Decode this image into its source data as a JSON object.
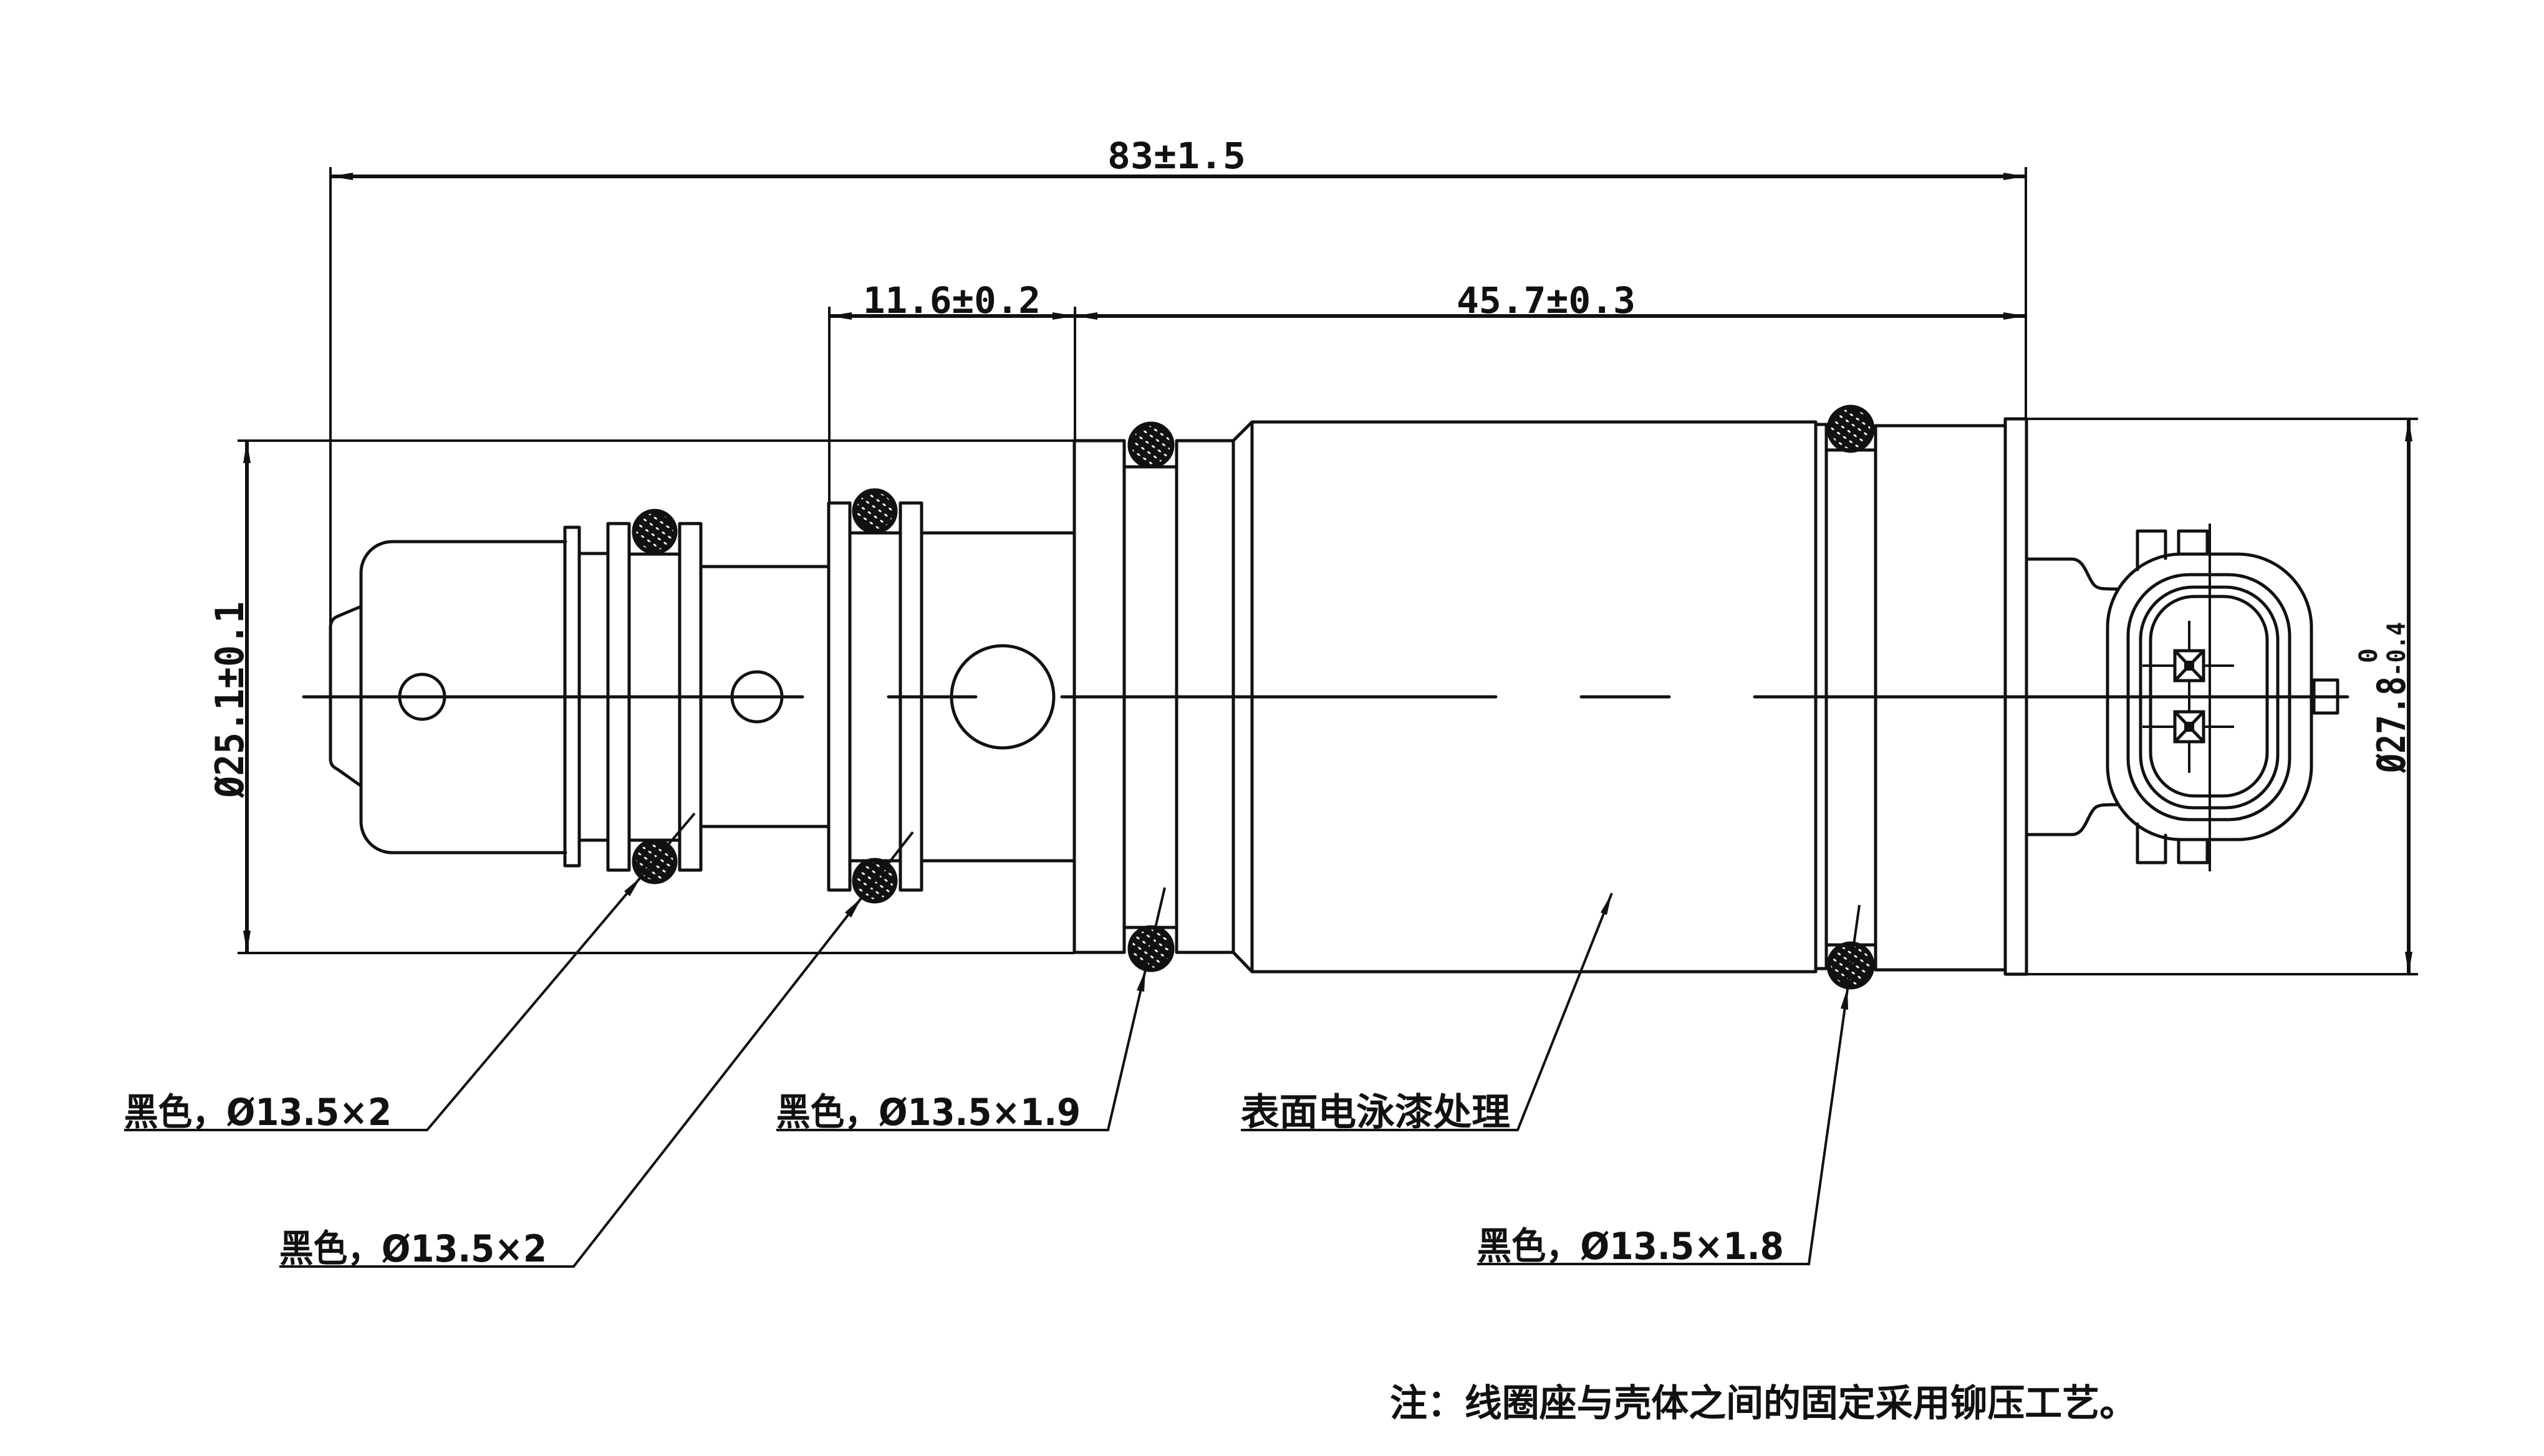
{
  "colors": {
    "line": "#111111",
    "background": "#ffffff"
  },
  "dimensions": {
    "overall_length": "83±1.5",
    "seal_pitch": "11.6±0.2",
    "body_length": "45.7±0.3",
    "diameter_left": "Ø25.1±0.1",
    "diameter_right": {
      "nominal": "Ø27.8",
      "upper_tolerance": "0",
      "lower_tolerance": "-0.4"
    }
  },
  "callouts": [
    {
      "text": "黑色，Ø13.5×2",
      "target": "o-ring-1"
    },
    {
      "text": "黑色，Ø13.5×2",
      "target": "o-ring-2"
    },
    {
      "text": "黑色，Ø13.5×1.9",
      "target": "o-ring-3"
    },
    {
      "text": "表面电泳漆处理",
      "target": "coil-housing"
    },
    {
      "text": "黑色，Ø13.5×1.8",
      "target": "o-ring-4"
    }
  ],
  "note": "注：线圈座与壳体之间的固定采用铆压工艺。"
}
